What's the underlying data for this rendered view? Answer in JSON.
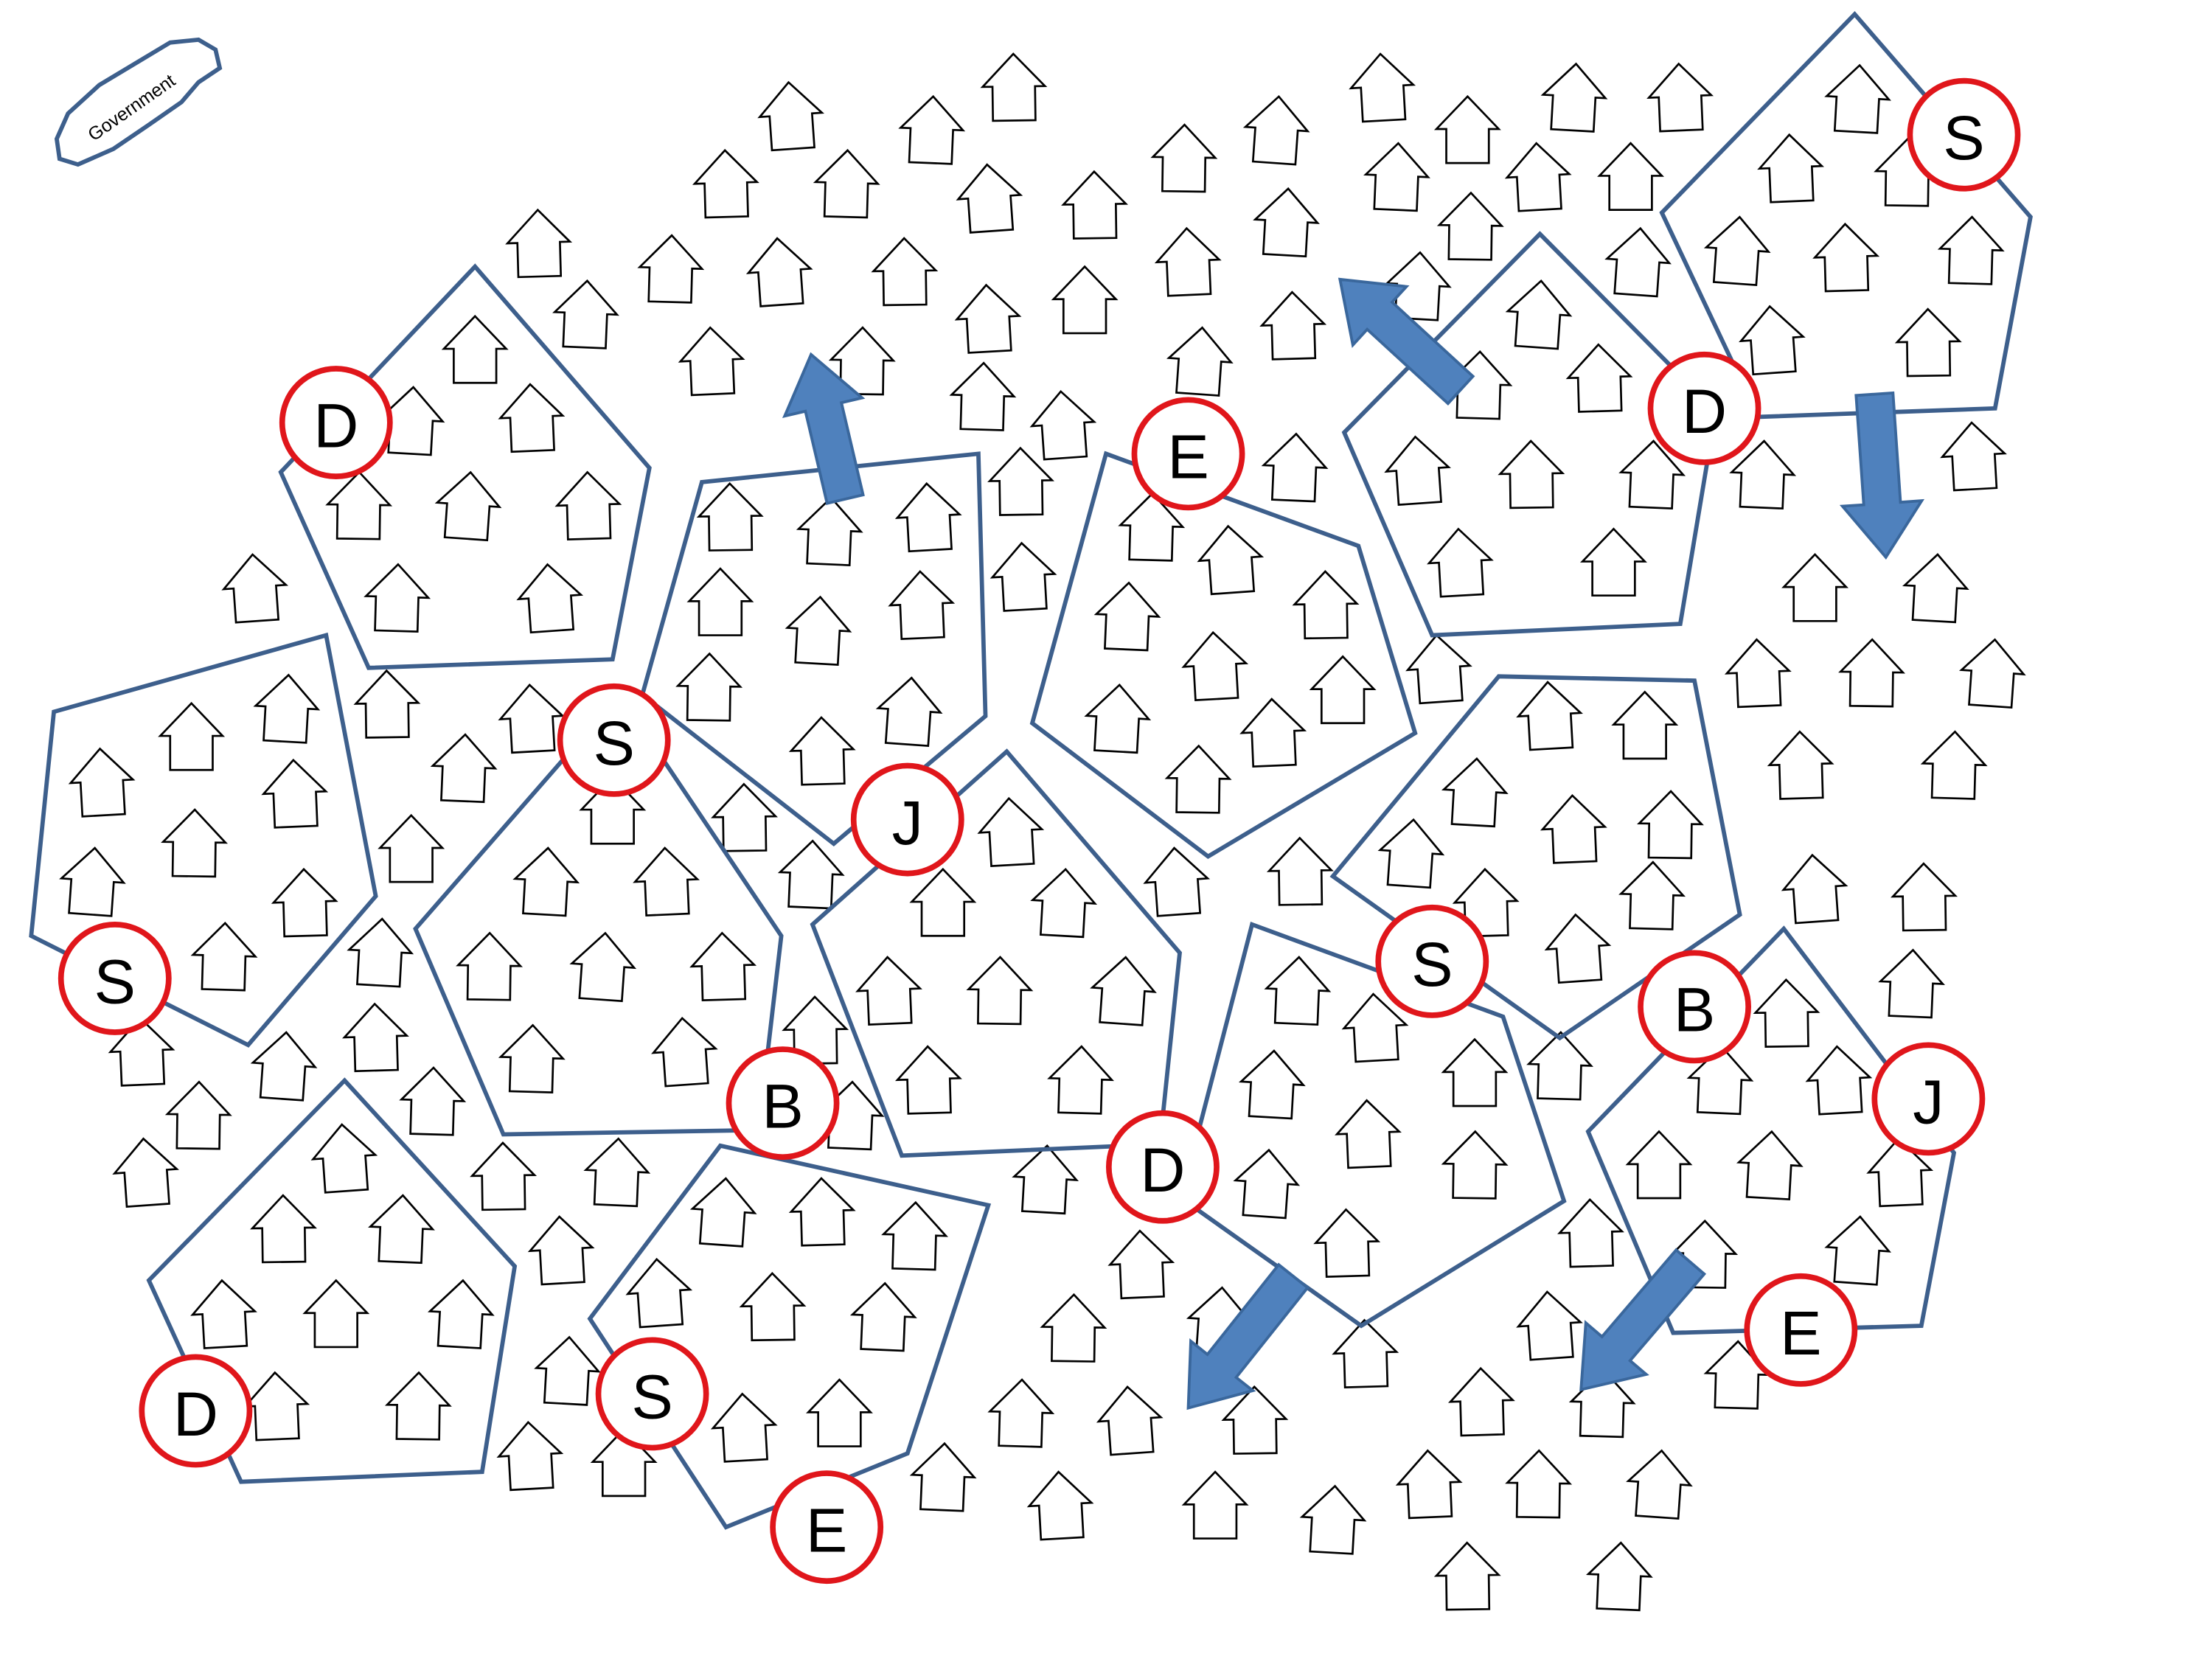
{
  "diagram": {
    "government_label": "Government",
    "markers": [
      "D",
      "E",
      "D",
      "S",
      "S",
      "J",
      "S",
      "S",
      "B",
      "J",
      "B",
      "D",
      "D",
      "S",
      "E",
      "E"
    ],
    "colors": {
      "zone_stroke": "#3d5f8c",
      "arrow_fill": "#4f81bd",
      "marker_ring": "#e0161b"
    }
  }
}
